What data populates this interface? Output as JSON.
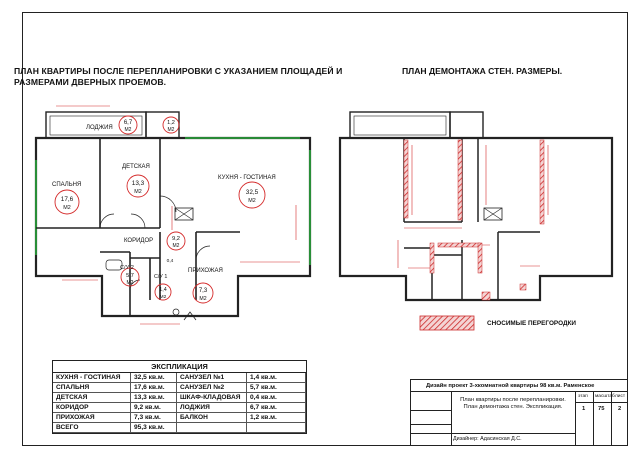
{
  "titles": {
    "left": "ПЛАН  КВАРТИРЫ ПОСЛЕ ПЕРЕПЛАНИРОВКИ С УКАЗАНИЕМ ПЛОЩАДЕЙ И РАЗМЕРАМИ ДВЕРНЫХ ПРОЕМОВ.",
    "right": "ПЛАН  ДЕМОНТАЖА СТЕН. РАЗМЕРЫ."
  },
  "rooms": {
    "loggia": {
      "name": "ЛОДЖИЯ",
      "area": "6,7",
      "unit": "М2"
    },
    "balcony": {
      "area": "1,2",
      "unit": "М2"
    },
    "bedroom": {
      "name": "СПАЛЬНЯ",
      "area": "17,6",
      "unit": "М2"
    },
    "children": {
      "name": "ДЕТСКАЯ",
      "area": "13,3",
      "unit": "М2"
    },
    "kitchen": {
      "name": "КУХНЯ - ГОСТИНАЯ",
      "area": "32,5",
      "unit": "М2"
    },
    "corridor": {
      "name": "КОРИДОР",
      "area": "9,2",
      "unit": "М2"
    },
    "bath2": {
      "name": "С/У 2",
      "area": "5,7",
      "unit": "М2"
    },
    "bath1": {
      "name": "С/У 1",
      "area": "1,4",
      "unit": "М2"
    },
    "closet": {
      "area": "0,4"
    },
    "hall": {
      "name": "ПРИХОЖАЯ",
      "area": "7,3",
      "unit": "М2"
    }
  },
  "legend": {
    "label": "СНОСИМЫЕ ПЕРЕГОРОДКИ",
    "hatch_color": "#cc2a2a"
  },
  "colors": {
    "accent_red": "#d42a2a",
    "wall": "#222222",
    "window": "#2a9a3a"
  },
  "explication": {
    "title": "ЭКСПЛИКАЦИЯ",
    "rows": [
      [
        "КУХНЯ - ГОСТИНАЯ",
        "32,5 кв.м.",
        "САНУЗЕЛ №1",
        "1,4 кв.м."
      ],
      [
        "СПАЛЬНЯ",
        "17,6 кв.м.",
        "САНУЗЕЛ №2",
        "5,7 кв.м."
      ],
      [
        "ДЕТСКАЯ",
        "13,3 кв.м.",
        "ШКАФ-КЛАДОВАЯ",
        "0,4 кв.м."
      ],
      [
        "КОРИДОР",
        "9,2 кв.м.",
        "ЛОДЖИЯ",
        "6,7 кв.м."
      ],
      [
        "ПРИХОЖАЯ",
        "7,3 кв.м.",
        "БАЛКОН",
        "1,2 кв.м."
      ],
      [
        "ВСЕГО",
        "95,3 кв.м.",
        "",
        ""
      ]
    ]
  },
  "stamp": {
    "project": "Дизайн  проект 3-хкомнатной квартиры 98 кв.м. Раменское",
    "description": "План квартиры после перепланировки. План демонтажа стен. Экспликация.",
    "designer": "Дизайнер: Адасинская Д.С.",
    "stage_label": "этап",
    "scale_label": "масштаб",
    "sheet_label": "лист",
    "stage": "1",
    "scale": "75",
    "sheet": "2"
  }
}
